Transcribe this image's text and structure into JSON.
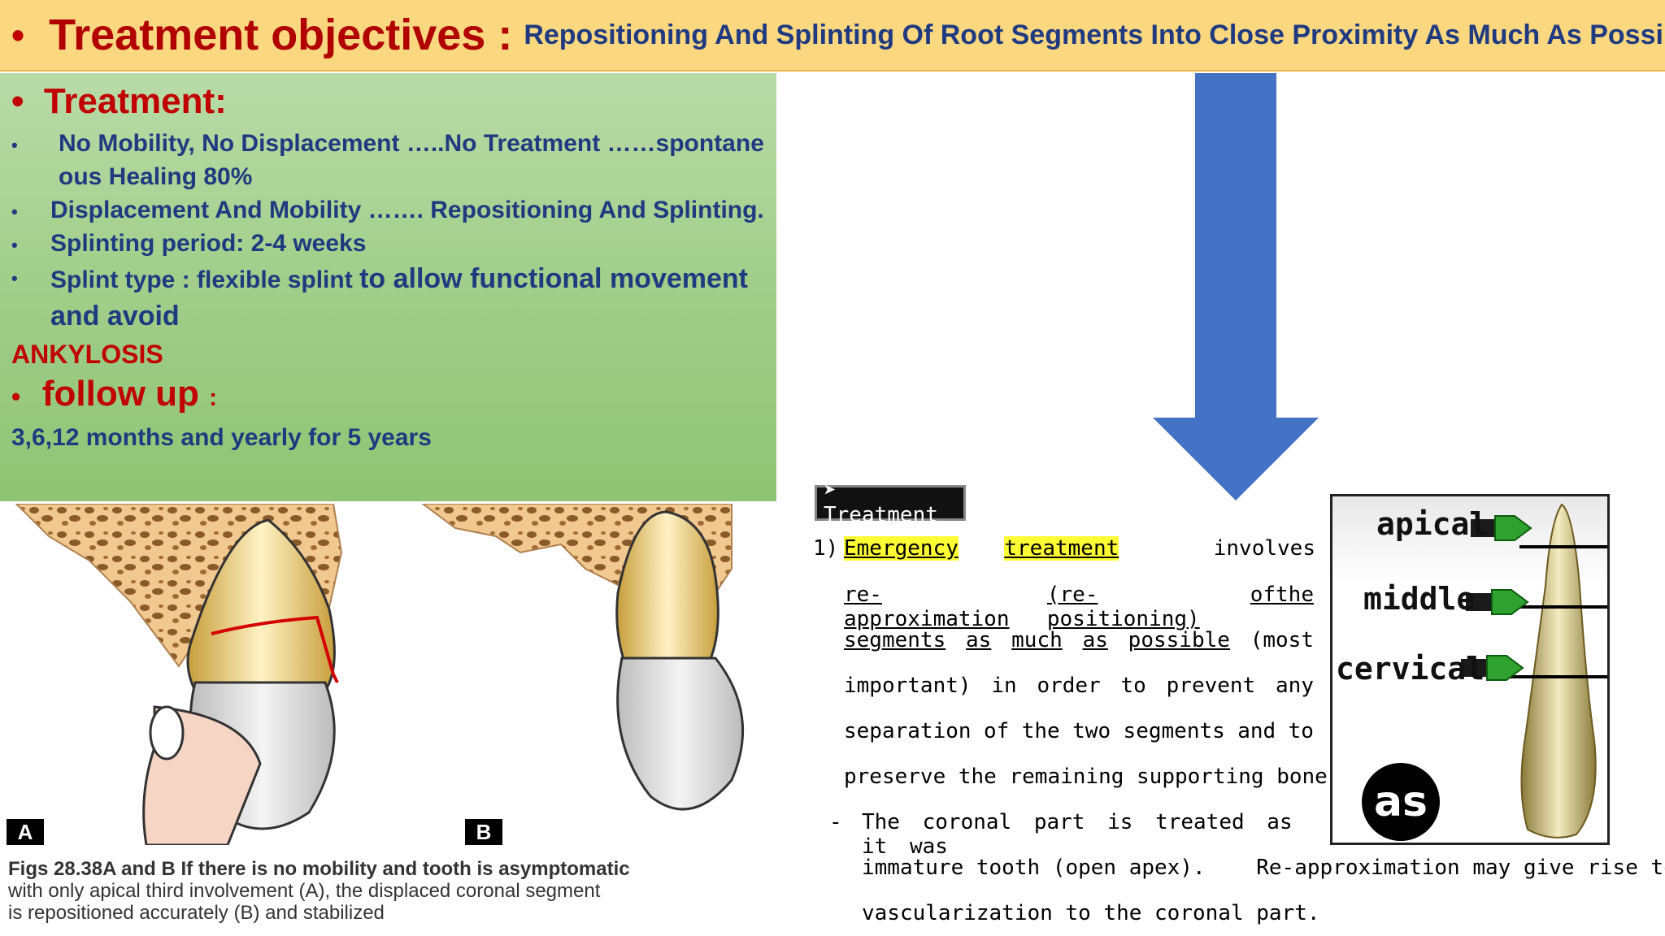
{
  "header": {
    "bullet": "•",
    "title": "Treatment objectives :",
    "subtitle": "Repositioning And Splinting Of Root Segments Into Close Proximity As Much As Possible"
  },
  "panel": {
    "heading": "Treatment:",
    "items": [
      "No Mobility, No Displacement …..No  Treatment ……spontane",
      "ous Healing 80%",
      "Displacement And Mobility ……. Repositioning And Splinting.",
      "Splinting period: 2-4 weeks",
      "Splint type : flexible splint",
      "to allow functional movement",
      "and avoid"
    ],
    "ankylosis": "ANKYLOSIS",
    "followup_heading": "follow up",
    "followup_colon": ":",
    "followup_text": "3,6,12 months and yearly for 5 years"
  },
  "figure": {
    "label_a": "A",
    "label_b": "B",
    "caption_lines": [
      "Figs 28.38A and B  If there is no mobility and tooth is asymptomatic",
      "with only apical third involvement (A), the displaced coronal segment",
      "is repositioned accurately (B) and stabilized"
    ]
  },
  "notes": {
    "badge": "➤ Treatment",
    "num": "1)",
    "lines": [
      [
        "Emergency",
        "treatment",
        "involves"
      ],
      [
        "re-approximation",
        "(re-positioning)",
        "of",
        "the"
      ],
      [
        "segments",
        "as",
        "much",
        "as",
        "possible",
        "(most"
      ],
      [
        "important)",
        "in",
        "order",
        "to",
        "prevent",
        "any"
      ],
      [
        "separation",
        "of",
        "the",
        "two",
        "segments",
        "and",
        "to"
      ],
      [
        "preserve the remaining supporting bone."
      ]
    ],
    "dash": "-",
    "sub_lines": [
      "The coronal part is treated as it was",
      "immature tooth (open apex).    Re-approximation may give rise to re-",
      "vascularization to the coronal part."
    ]
  },
  "tooth_diagram": {
    "labels": [
      "apical",
      "middle",
      "cervical"
    ],
    "logo": "as"
  },
  "colors": {
    "header_bg": "#fbd77f",
    "title_red": "#b00000",
    "text_blue": "#1f3a80",
    "arrow_blue": "#4472c4",
    "panel_green": "#a3cf8c"
  }
}
